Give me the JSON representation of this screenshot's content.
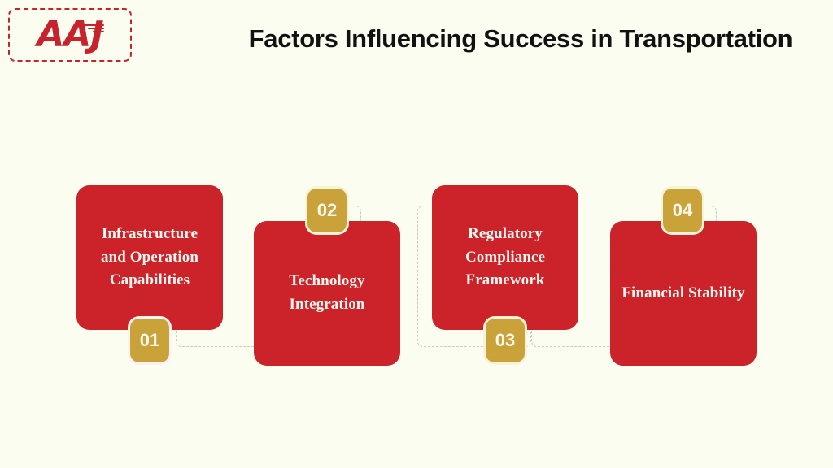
{
  "theme": {
    "background": "#fbfdf0",
    "card_red": "#cc2229",
    "badge_gold": "#c9a23a",
    "card_text": "#fdf6ef",
    "title_color": "#111111",
    "connector_line": "#c9cac2",
    "logo_red": "#c8222c"
  },
  "logo": {
    "wordmark": "AAJ",
    "icon": "aaj-logo"
  },
  "header": {
    "title": "Factors Influencing Success in Transportation"
  },
  "diagram": {
    "cards": [
      {
        "number": "01",
        "label": "Infrastructure and Operation Capabilities",
        "badge_position": "bottom"
      },
      {
        "number": "02",
        "label": "Technology Integration",
        "badge_position": "top"
      },
      {
        "number": "03",
        "label": "Regulatory Compliance Framework",
        "badge_position": "bottom"
      },
      {
        "number": "04",
        "label": "Financial Stability",
        "badge_position": "top"
      }
    ]
  }
}
